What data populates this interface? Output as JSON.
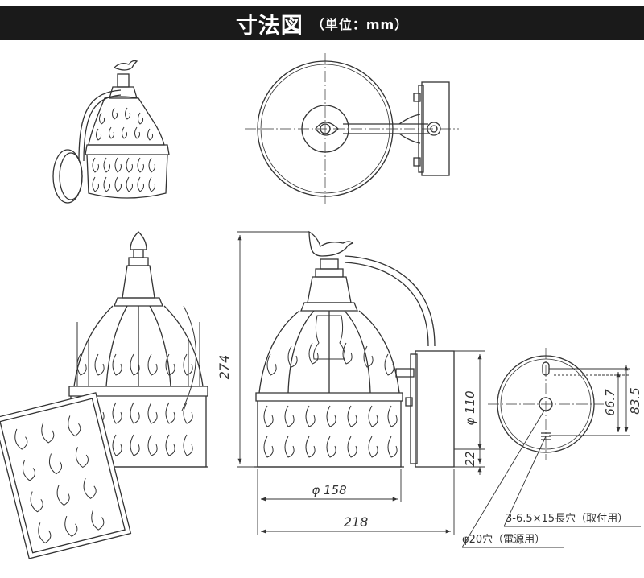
{
  "header": {
    "title": "寸法図",
    "unit": "（単位：mm）"
  },
  "dimensions": {
    "height_total": "274",
    "backplate_diameter": "φ 110",
    "backplate_bottom": "22",
    "shade_diameter": "φ 158",
    "total_depth": "218",
    "mount_hole_spacing_inner": "66.7",
    "mount_hole_spacing_outer": "83.5"
  },
  "notes": {
    "mount_holes": "3-6.5×15長穴（取付用）",
    "power_hole": "φ20穴（電源用）"
  },
  "colors": {
    "header_bg": "#1a1a1a",
    "line": "#333333"
  }
}
